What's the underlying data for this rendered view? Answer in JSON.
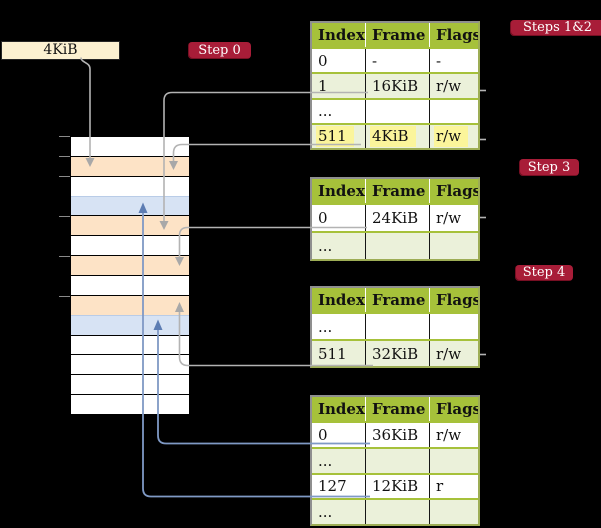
{
  "frame_label": {
    "text": "4KiB"
  },
  "badges": {
    "step0": "Step 0",
    "steps12": "Steps 1&2",
    "step3": "Step 3",
    "step4": "Step 4"
  },
  "tables": [
    {
      "headers": [
        "Index",
        "Frame",
        "Flags"
      ],
      "rows": [
        {
          "cells": [
            "0",
            "-",
            "-"
          ],
          "shaded": false,
          "highlight": false
        },
        {
          "cells": [
            "1",
            "16KiB",
            "r/w"
          ],
          "shaded": true,
          "highlight": false
        },
        {
          "cells": [
            "...",
            "",
            ""
          ],
          "shaded": false,
          "highlight": false
        },
        {
          "cells": [
            "511",
            "4KiB",
            "r/w"
          ],
          "shaded": true,
          "highlight": true
        }
      ]
    },
    {
      "headers": [
        "Index",
        "Frame",
        "Flags"
      ],
      "rows": [
        {
          "cells": [
            "0",
            "24KiB",
            "r/w"
          ],
          "shaded": false,
          "highlight": false
        },
        {
          "cells": [
            "...",
            "",
            ""
          ],
          "shaded": true,
          "highlight": false
        }
      ]
    },
    {
      "headers": [
        "Index",
        "Frame",
        "Flags"
      ],
      "rows": [
        {
          "cells": [
            "...",
            "",
            ""
          ],
          "shaded": false,
          "highlight": false
        },
        {
          "cells": [
            "511",
            "32KiB",
            "r/w"
          ],
          "shaded": true,
          "highlight": false
        }
      ]
    },
    {
      "headers": [
        "Index",
        "Frame",
        "Flags"
      ],
      "rows": [
        {
          "cells": [
            "0",
            "36KiB",
            "r/w"
          ],
          "shaded": false,
          "highlight": false
        },
        {
          "cells": [
            "...",
            "",
            ""
          ],
          "shaded": true,
          "highlight": false
        },
        {
          "cells": [
            "127",
            "12KiB",
            "r"
          ],
          "shaded": false,
          "highlight": false
        },
        {
          "cells": [
            "...",
            "",
            ""
          ],
          "shaded": true,
          "highlight": false
        }
      ]
    }
  ],
  "memory": {
    "row_colors": [
      "white",
      "orange",
      "white",
      "blue",
      "orange",
      "white",
      "orange",
      "white",
      "orange",
      "blue",
      "white",
      "white",
      "white",
      "white"
    ]
  },
  "colors": {
    "background": "#000000",
    "table_header_green": "#a6c13a",
    "table_shaded_row": "#ebf1da",
    "frame_orange": "#fde3c6",
    "frame_blue": "#d7e3f4",
    "highlight_yellow": "#fbf59b",
    "badge_red": "#a81d38",
    "frame_label_cream": "#fcf1d1",
    "arrow_gray": "#b3b3b3",
    "arrow_blue": "#7f99c5"
  }
}
